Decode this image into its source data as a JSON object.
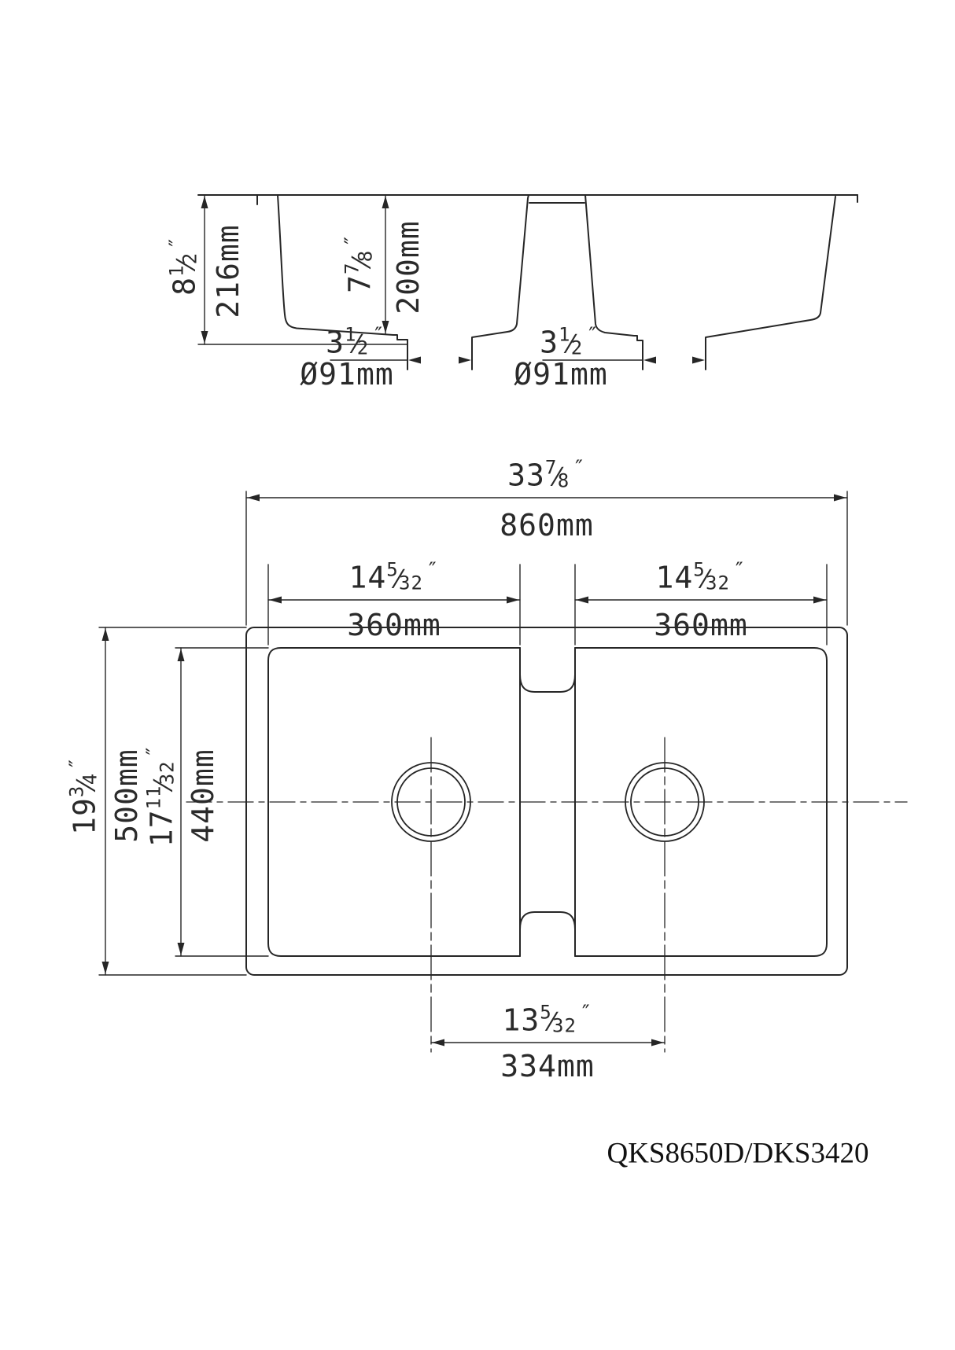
{
  "symbols": {
    "inch_mark": "″",
    "fraction_slash": "⁄"
  },
  "titles": {
    "model_code": "QKS8650D/DKS3420"
  },
  "section_view": {
    "overall_height": {
      "whole": "8",
      "num": "1",
      "den": "2",
      "metric": "216mm"
    },
    "bowl_depth": {
      "whole": "7",
      "num": "7",
      "den": "8",
      "metric": "200mm"
    },
    "left_drain": {
      "whole": "3",
      "num": "1",
      "den": "2",
      "metric": "Ø91mm"
    },
    "right_drain": {
      "whole": "3",
      "num": "1",
      "den": "2",
      "metric": "Ø91mm"
    }
  },
  "plan_view": {
    "overall_width": {
      "whole": "33",
      "num": "7",
      "den": "8",
      "metric": "860mm"
    },
    "left_bowl_width": {
      "whole": "14",
      "num": "5",
      "den": "32",
      "metric": "360mm"
    },
    "right_bowl_width": {
      "whole": "14",
      "num": "5",
      "den": "32",
      "metric": "360mm"
    },
    "overall_depth": {
      "whole": "19",
      "num": "3",
      "den": "4",
      "metric": "500mm"
    },
    "bowl_front_to_back": {
      "whole": "17",
      "num": "11",
      "den": "32",
      "metric": "440mm"
    },
    "drain_centers_spacing": {
      "whole": "13",
      "num": "5",
      "den": "32",
      "metric": "334mm"
    }
  }
}
